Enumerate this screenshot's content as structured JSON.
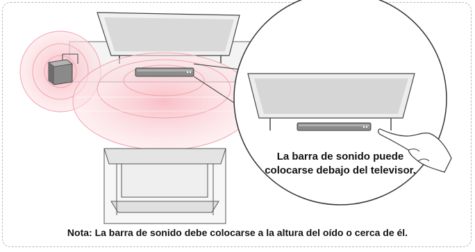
{
  "callout": {
    "line1": "La barra de sonido puede",
    "line2": "colocarse debajo del televisor."
  },
  "note": "Nota: La barra de sonido debe colocarse a la altura del oído o cerca de él.",
  "colors": {
    "sound_wave": "#f7b8c0",
    "frame": "#b8b8b8",
    "outline": "#555555"
  },
  "icons": [
    "subwoofer-icon",
    "tv-icon",
    "soundbar-icon",
    "sofa-icon",
    "hand-icon"
  ]
}
